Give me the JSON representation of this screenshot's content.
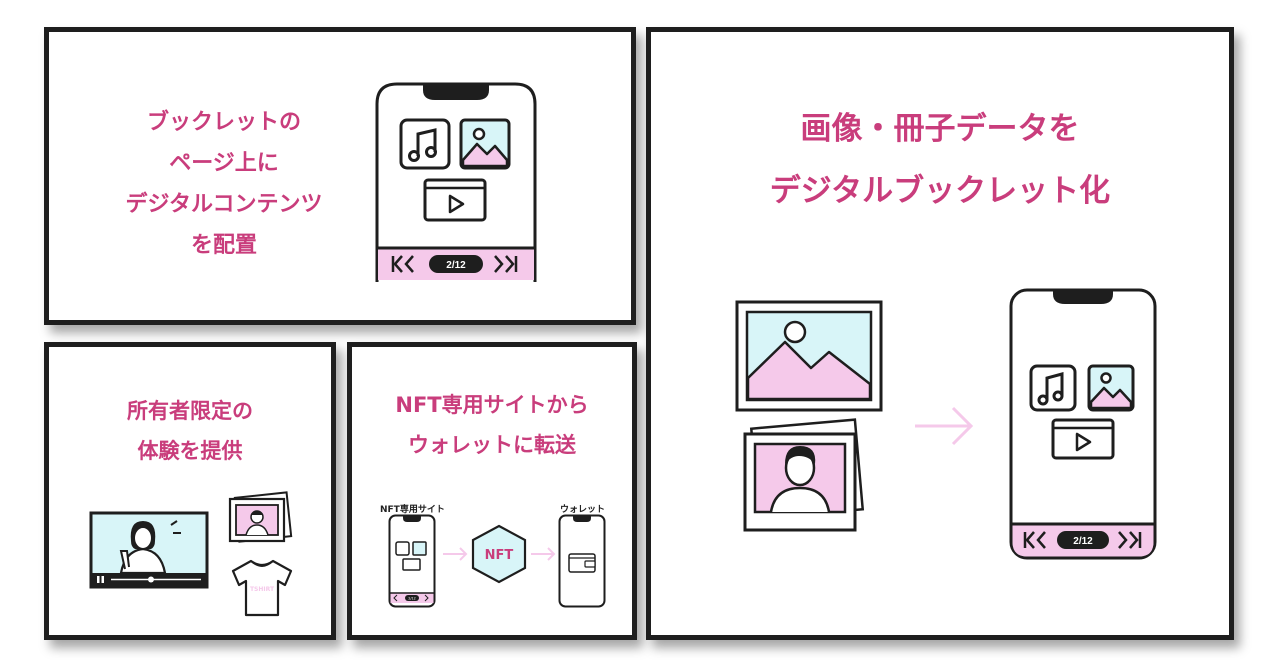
{
  "panel_booklet": {
    "lines": [
      "ブックレットの",
      "ページ上に",
      "デジタルコンテンツ",
      "を配置"
    ],
    "pager": "2/12"
  },
  "panel_owner": {
    "lines": [
      "所有者限定の",
      "体験を提供"
    ],
    "shirt_text": "TSHIRT"
  },
  "panel_transfer": {
    "lines": [
      "NFT専用サイトから",
      "ウォレットに転送"
    ],
    "site_label": "NFT専用サイト",
    "wallet_label": "ウォレット",
    "nft_label": "NFT",
    "pager": "2/12"
  },
  "panel_digitize": {
    "lines": [
      "画像・冊子データを",
      "デジタルブックレット化"
    ],
    "pager": "2/12"
  },
  "colors": {
    "accent": "#c93d7c",
    "pink": "#f5c9ea",
    "cyan": "#d8f5f8",
    "frame": "#1e1e1e"
  }
}
